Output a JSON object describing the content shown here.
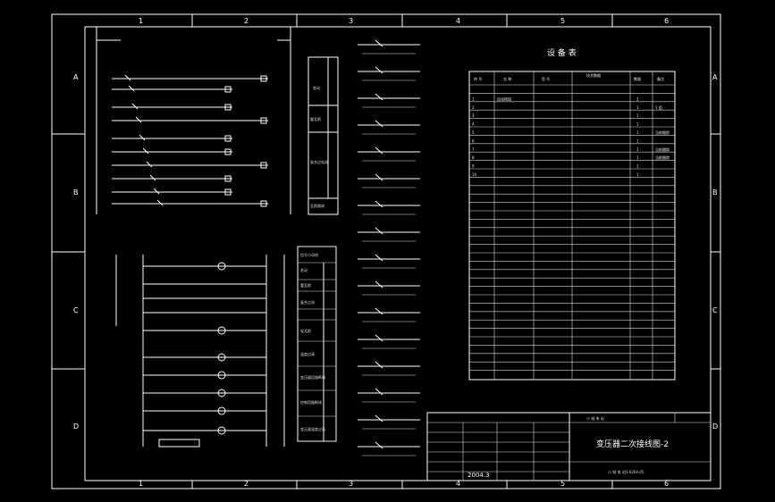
{
  "border": {
    "columns": [
      "1",
      "2",
      "3",
      "4",
      "5",
      "6"
    ],
    "rows": [
      "A",
      "B",
      "C",
      "D"
    ]
  },
  "equipment_table": {
    "title": "设 备 表",
    "headers": [
      "符 号",
      "名 称",
      "型 号",
      "技术数据",
      "数量",
      "备注"
    ],
    "rows": [
      [
        "",
        "",
        "",
        "",
        "",
        ""
      ],
      [
        "1",
        "启动按钮",
        "",
        "",
        "2",
        ""
      ],
      [
        "2",
        "",
        "",
        "",
        "1",
        "1 组"
      ],
      [
        "3",
        "",
        "",
        "",
        "1",
        ""
      ],
      [
        "4",
        "",
        "",
        "",
        "1",
        ""
      ],
      [
        "5",
        "",
        "",
        "",
        "1",
        "当前跟踪"
      ],
      [
        "6",
        "",
        "",
        "",
        "1",
        ""
      ],
      [
        "7",
        "",
        "",
        "",
        "1",
        "当前跟踪"
      ],
      [
        "8",
        "",
        "",
        "",
        "1",
        "当前跟踪"
      ],
      [
        "9",
        "",
        "",
        "",
        "1",
        ""
      ],
      [
        "10",
        "",
        "",
        "",
        "1",
        ""
      ]
    ]
  },
  "title_block": {
    "drawing_title": "变压器二次接线图-2",
    "date": "2004.3",
    "company": "小 城 电 站",
    "drawing_no": "小 城 电 站5-0204-05"
  },
  "function_boxes_top": [
    "",
    "差动",
    "重瓦斯",
    "复合过电流",
    "瓦斯跳闸"
  ],
  "function_boxes_bottom": [
    "信号小母线",
    "差动",
    "重瓦斯",
    "复合过流",
    "轻瓦斯",
    "温度过高",
    "变压器回路断线",
    "控制回路断线",
    "变压器温度过高"
  ]
}
